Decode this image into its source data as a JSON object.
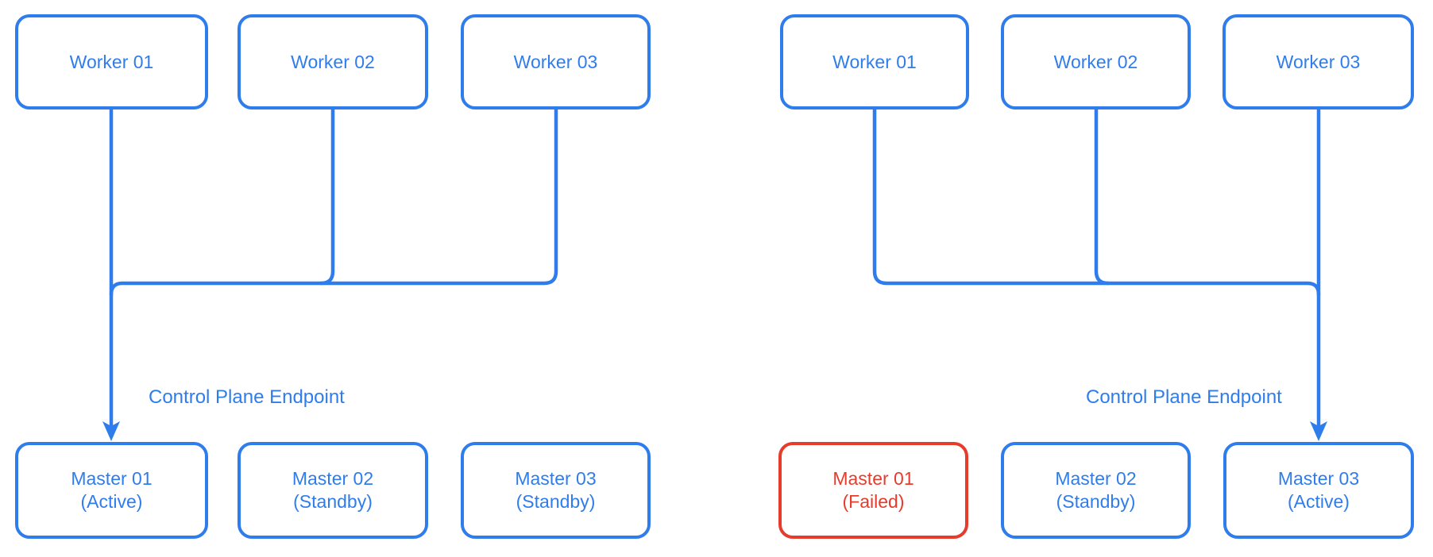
{
  "colors": {
    "node_blue": "#2F7DEC",
    "failed_red": "#E73B2C",
    "background": "#FFFFFF"
  },
  "diagrams": [
    {
      "id": "cluster-normal",
      "workers": [
        {
          "label": "Worker 01"
        },
        {
          "label": "Worker 02"
        },
        {
          "label": "Worker 03"
        }
      ],
      "endpoint_label": "Control Plane Endpoint",
      "masters": [
        {
          "label": "Master 01",
          "status": "(Active)",
          "state": "active"
        },
        {
          "label": "Master 02",
          "status": "(Standby)",
          "state": "standby"
        },
        {
          "label": "Master 03",
          "status": "(Standby)",
          "state": "standby"
        }
      ]
    },
    {
      "id": "cluster-failover",
      "workers": [
        {
          "label": "Worker 01"
        },
        {
          "label": "Worker 02"
        },
        {
          "label": "Worker 03"
        }
      ],
      "endpoint_label": "Control Plane Endpoint",
      "masters": [
        {
          "label": "Master 01",
          "status": "(Failed)",
          "state": "failed"
        },
        {
          "label": "Master 02",
          "status": "(Standby)",
          "state": "standby"
        },
        {
          "label": "Master 03",
          "status": "(Active)",
          "state": "active"
        }
      ]
    }
  ]
}
